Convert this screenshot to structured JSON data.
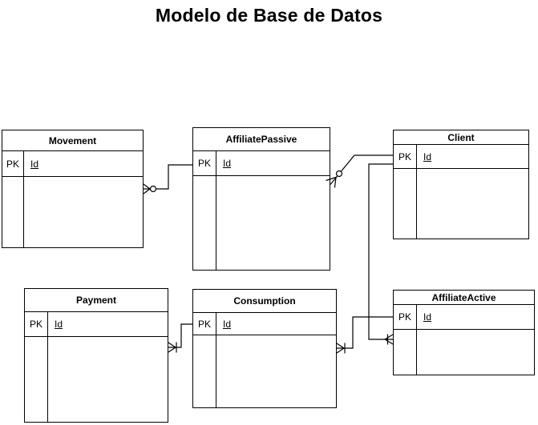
{
  "title": "Modelo de Base de Datos",
  "diagram": {
    "entities": [
      {
        "id": "movement",
        "name": "Movement",
        "key_label": "PK",
        "field": "Id"
      },
      {
        "id": "affiliate-passive",
        "name": "AffiliatePassive",
        "key_label": "PK",
        "field": "Id"
      },
      {
        "id": "client",
        "name": "Client",
        "key_label": "PK",
        "field": "Id"
      },
      {
        "id": "payment",
        "name": "Payment",
        "key_label": "PK",
        "field": "Id"
      },
      {
        "id": "consumption",
        "name": "Consumption",
        "key_label": "PK",
        "field": "Id"
      },
      {
        "id": "affiliate-active",
        "name": "AffiliateActive",
        "key_label": "PK",
        "field": "Id"
      }
    ],
    "relationships": [
      {
        "from": "AffiliatePassive",
        "to": "Movement",
        "marker_at_to": "zero-or-many"
      },
      {
        "from": "Client",
        "to": "AffiliatePassive",
        "marker_at_to": "zero-or-many"
      },
      {
        "from": "Consumption",
        "to": "Payment",
        "marker_at_to": "one-or-many"
      },
      {
        "from": "AffiliateActive",
        "to": "Consumption",
        "marker_at_to": "one-or-many"
      },
      {
        "from": "Client",
        "to": "AffiliateActive",
        "marker_at_to": "one-or-many"
      }
    ],
    "line_color": "#000000",
    "background_color": "#ffffff"
  }
}
